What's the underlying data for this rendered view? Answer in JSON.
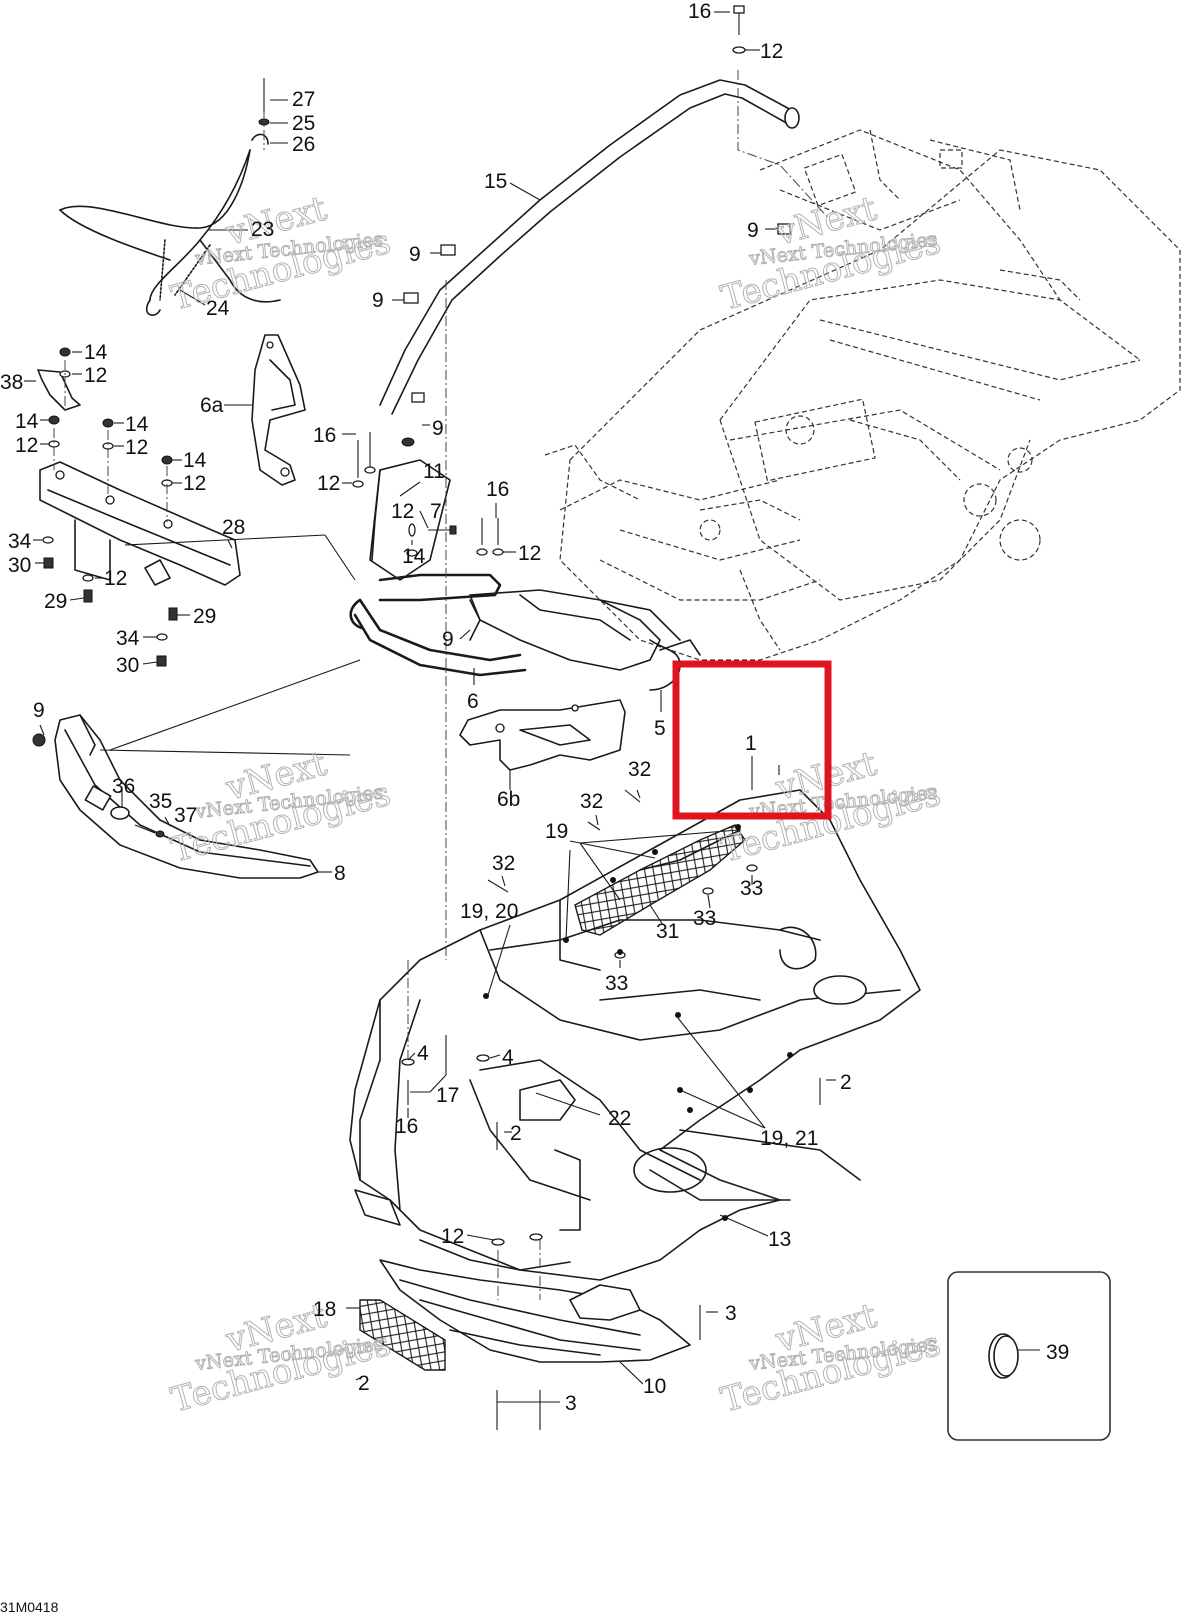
{
  "callouts": {
    "c1": "1",
    "c2a": "2",
    "c2b": "2",
    "c2c": "2",
    "c3a": "3",
    "c3b": "3",
    "c4a": "4",
    "c4b": "4",
    "c5": "5",
    "c6": "6",
    "c6a": "6a",
    "c6b": "6b",
    "c7": "7",
    "c8": "8",
    "c9a": "9",
    "c9b": "9",
    "c9c": "9",
    "c9d": "9",
    "c9e": "9",
    "c9f": "9",
    "c10": "10",
    "c11": "11",
    "c12a": "12",
    "c12b": "12",
    "c12c": "12",
    "c12d": "12",
    "c12e": "12",
    "c12f": "12",
    "c12g": "12",
    "c12h": "12",
    "c12i": "12",
    "c12j": "12",
    "c13": "13",
    "c14a": "14",
    "c14b": "14",
    "c14c": "14",
    "c14d": "14",
    "c14e": "14",
    "c15": "15",
    "c16a": "16",
    "c16b": "16",
    "c16c": "16",
    "c16d": "16",
    "c17": "17",
    "c18": "18",
    "c19": "19",
    "c19_20": "19, 20",
    "c19_21": "19, 21",
    "c22": "22",
    "c23": "23",
    "c24": "24",
    "c25": "25",
    "c26": "26",
    "c27": "27",
    "c28": "28",
    "c29a": "29",
    "c29b": "29",
    "c30a": "30",
    "c30b": "30",
    "c31": "31",
    "c32a": "32",
    "c32b": "32",
    "c32c": "32",
    "c33a": "33",
    "c33b": "33",
    "c33c": "33",
    "c34a": "34",
    "c34b": "34",
    "c35": "35",
    "c36": "36",
    "c37": "37",
    "c38": "38",
    "c39": "39"
  },
  "drawing_code": "31M0418",
  "watermark": {
    "line1": "vNext",
    "line2": "vNext Technologies",
    "line3": "Technologies"
  },
  "highlight": {
    "part": "1",
    "color": "#e0141e"
  }
}
